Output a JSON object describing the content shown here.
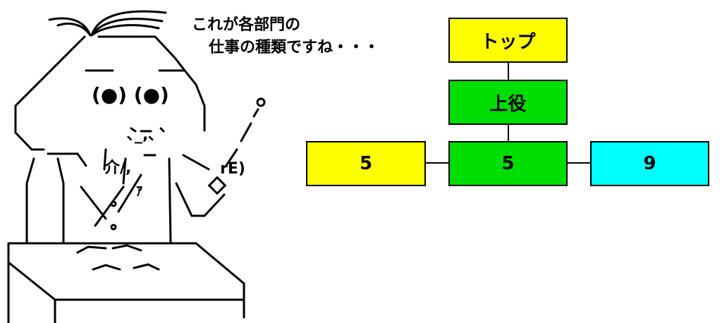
{
  "speech": {
    "line1": "これが各部門の",
    "line2": "仕事の種類ですね・・・"
  },
  "org_chart": {
    "top": {
      "label": "トップ",
      "color": "#ffff00"
    },
    "middle": {
      "label": "上役",
      "color": "#00dd00"
    },
    "bottom": [
      {
        "label": "5",
        "color": "#ffff00"
      },
      {
        "label": "5",
        "color": "#00dd00"
      },
      {
        "label": "9",
        "color": "#00ffff"
      }
    ]
  },
  "ascii_art": {
    "eyes": "(●)     (●)",
    "mouth": "､_,､",
    "collar_left": "介/,",
    "collar_mark": "ｧ",
    "hand": "rE)",
    "tie": "ﾉ◇"
  }
}
